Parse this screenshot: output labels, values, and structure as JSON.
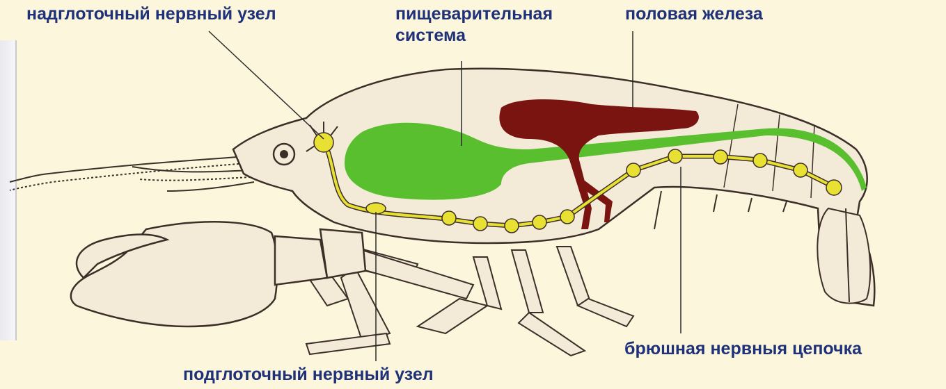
{
  "labels": {
    "supraesophageal_ganglion": "надглоточный нервный узел",
    "digestive_system_line1": "пищеварительная",
    "digestive_system_line2": "система",
    "gonad": "половая железа",
    "ventral_nerve_cord": "брюшная нервныя цепочка",
    "subesophageal_ganglion": "подглоточный нервный узел"
  },
  "colors": {
    "background": "#fbf6dc",
    "label_text": "#1f3178",
    "body_fill": "#f4ead8",
    "outline": "#3c2f28",
    "digestive": "#59bf2f",
    "gonad": "#7a1410",
    "nerve": "#e8e033"
  }
}
